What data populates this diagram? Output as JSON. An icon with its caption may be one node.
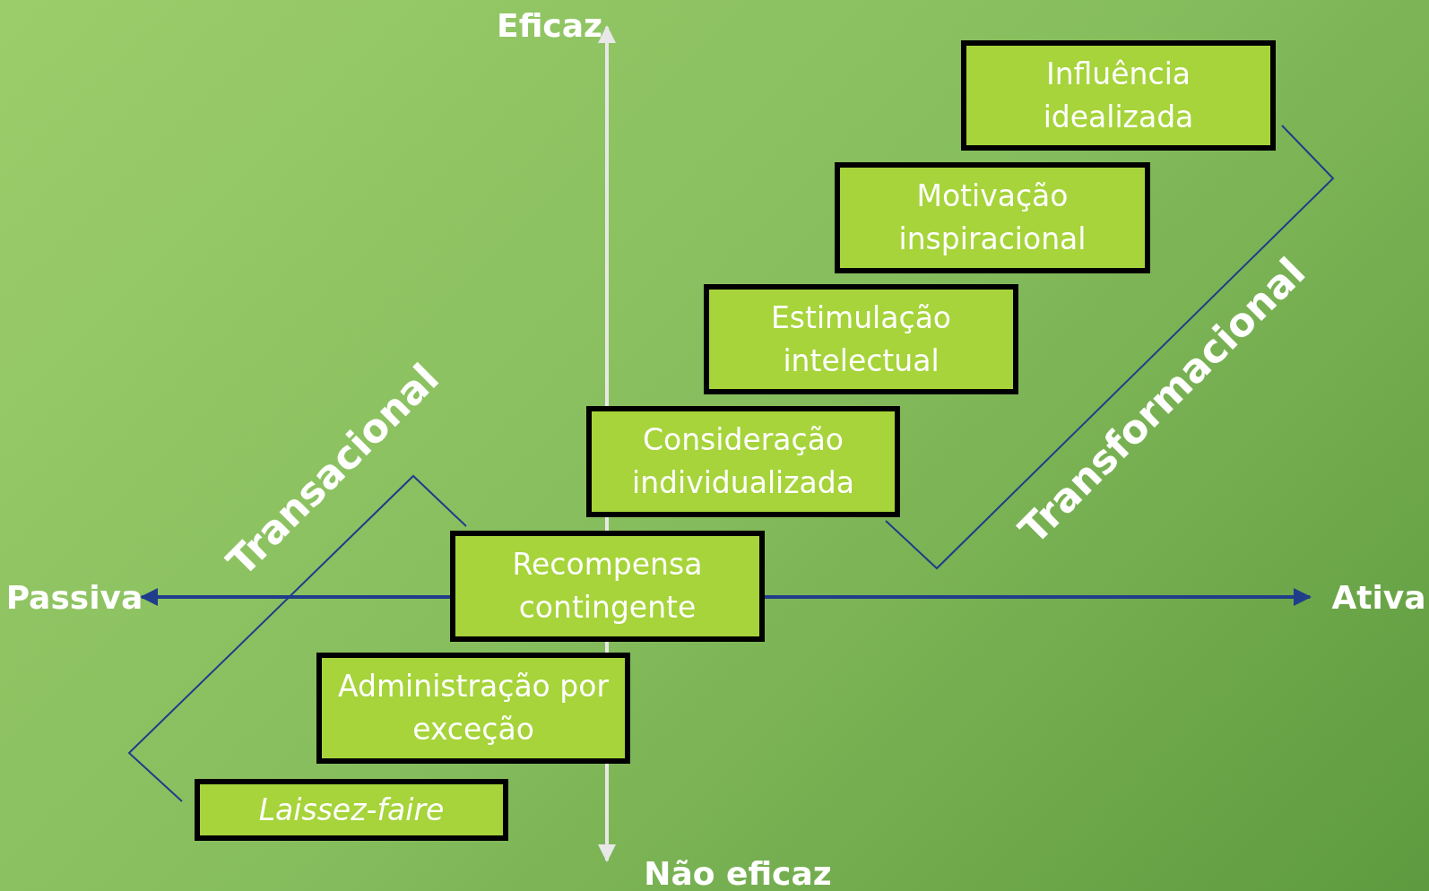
{
  "diagram": {
    "nodes": [
      {
        "text": [
          "Influência idealizada"
        ]
      },
      {
        "text": [
          "Motivação inspiracional"
        ]
      },
      {
        "text": [
          "Estimulação intelectual"
        ]
      },
      {
        "text": [
          "Consideração individualizada"
        ]
      },
      {
        "text": [
          "Recompensa contingente"
        ]
      },
      {
        "text": [
          "Administração por exceção"
        ]
      },
      {
        "text": [
          "Laissez-faire"
        ]
      }
    ],
    "edges": [],
    "labels": [
      "Eficaz",
      "Transformacional",
      "Transacional",
      "Passiva",
      "Ativa",
      "Não eficaz"
    ]
  }
}
